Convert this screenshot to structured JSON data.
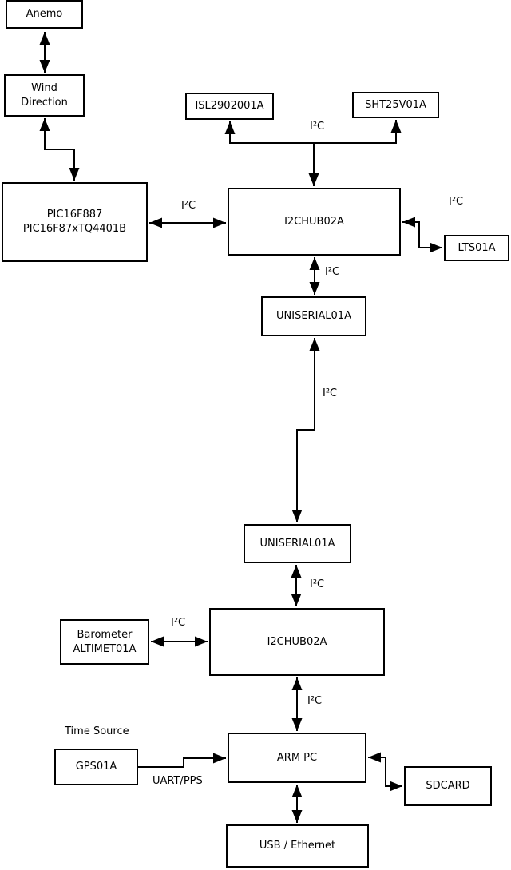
{
  "nodes": {
    "anemo": {
      "label": "Anemo"
    },
    "wind_direction": {
      "line1": "Wind",
      "line2": "Direction"
    },
    "pic": {
      "line1": "PIC16F887",
      "line2": "PIC16F87xTQ4401B"
    },
    "isl": {
      "label": "ISL2902001A"
    },
    "sht": {
      "label": "SHT25V01A"
    },
    "i2c_hub_top": {
      "label": "I2CHUB02A"
    },
    "lts": {
      "label": "LTS01A"
    },
    "uniserial_top": {
      "label": "UNISERIAL01A"
    },
    "uniserial_bottom": {
      "label": "UNISERIAL01A"
    },
    "i2c_hub_bottom": {
      "label": "I2CHUB02A"
    },
    "barometer": {
      "line1": "Barometer",
      "line2": "ALTIMET01A"
    },
    "gps": {
      "label": "GPS01A"
    },
    "arm_pc": {
      "label": "ARM PC"
    },
    "sdcard": {
      "label": "SDCARD"
    },
    "usb_ethernet": {
      "label": "USB / Ethernet"
    }
  },
  "labels": {
    "i2c": "I²C",
    "uart_pps": "UART/PPS",
    "time_source": "Time Source"
  },
  "edges": [
    {
      "from": "Anemo",
      "to": "Wind Direction",
      "arrows": "both",
      "label": ""
    },
    {
      "from": "Wind Direction",
      "to": "PIC16F887 PIC16F87xTQ4401B",
      "arrows": "both",
      "label": ""
    },
    {
      "from": "PIC16F887 PIC16F87xTQ4401B",
      "to": "I2CHUB02A (top)",
      "arrows": "both",
      "label": "I²C"
    },
    {
      "from": "I2CHUB02A (top)",
      "to": "ISL2902001A",
      "arrows": "both",
      "label": "I²C"
    },
    {
      "from": "I2CHUB02A (top)",
      "to": "SHT25V01A",
      "arrows": "both",
      "label": "I²C"
    },
    {
      "from": "I2CHUB02A (top)",
      "to": "LTS01A",
      "arrows": "both",
      "label": "I²C"
    },
    {
      "from": "I2CHUB02A (top)",
      "to": "UNISERIAL01A (top)",
      "arrows": "both",
      "label": "I²C"
    },
    {
      "from": "UNISERIAL01A (top)",
      "to": "UNISERIAL01A (bottom)",
      "arrows": "both",
      "label": "I²C"
    },
    {
      "from": "UNISERIAL01A (bottom)",
      "to": "I2CHUB02A (bottom)",
      "arrows": "both",
      "label": "I²C"
    },
    {
      "from": "Barometer ALTIMET01A",
      "to": "I2CHUB02A (bottom)",
      "arrows": "both",
      "label": "I²C"
    },
    {
      "from": "I2CHUB02A (bottom)",
      "to": "ARM PC",
      "arrows": "both",
      "label": "I²C"
    },
    {
      "from": "GPS01A",
      "to": "ARM PC",
      "arrows": "end",
      "label": "UART/PPS"
    },
    {
      "from": "ARM PC",
      "to": "SDCARD",
      "arrows": "both",
      "label": ""
    },
    {
      "from": "ARM PC",
      "to": "USB / Ethernet",
      "arrows": "both",
      "label": ""
    }
  ],
  "colors": {
    "line": "#000000",
    "text": "#000000",
    "box_fill": "#ffffff",
    "background": "#ffffff"
  }
}
